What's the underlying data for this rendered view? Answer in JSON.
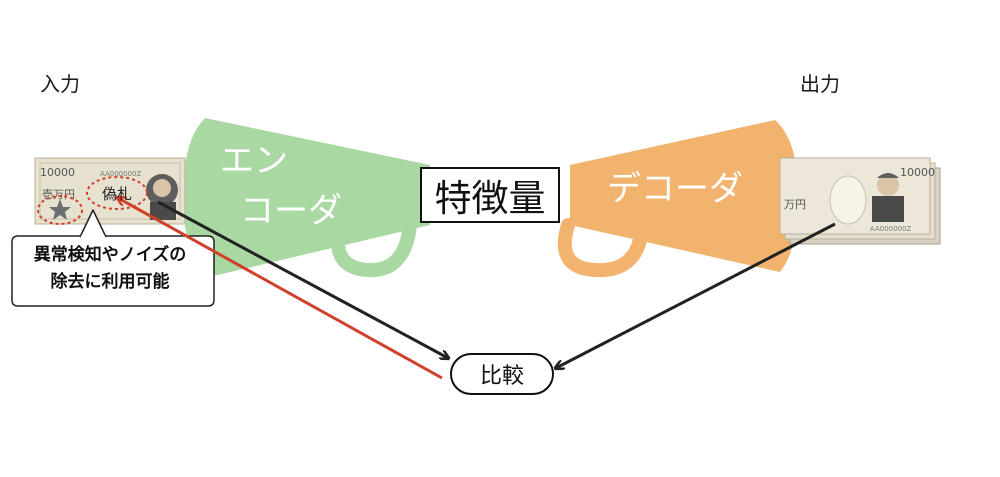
{
  "input_label": "入力",
  "output_label": "出力",
  "encoder": {
    "line1": "エン",
    "line2": "コーダ"
  },
  "decoder": {
    "label": "デコーダ"
  },
  "feature_label": "特徴量",
  "compare_label": "比較",
  "callout": {
    "line1": "異常検知やノイズの",
    "line2": "除去に利用可能"
  },
  "fake_mark_label": "偽札",
  "input_bill": {
    "denomination": "10000",
    "text": "壱万円",
    "serial": "AA000000Z"
  },
  "output_bill": {
    "denomination": "10000",
    "text": "万円",
    "serial": "AA000000Z"
  },
  "colors": {
    "encoder": "#a9d8a3",
    "decoder": "#f2b36e",
    "arrow": "#222222",
    "feedback_arrow": "#d0402a",
    "anomaly_circle": "#d0402a"
  }
}
